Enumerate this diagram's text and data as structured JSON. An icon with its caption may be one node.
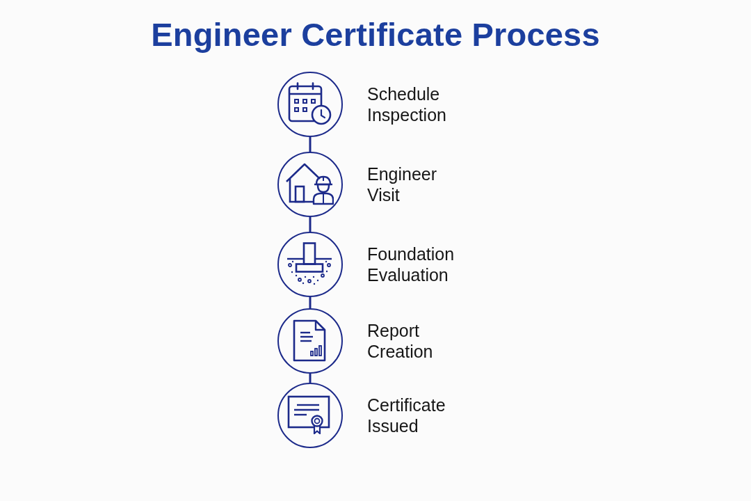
{
  "diagram": {
    "title": "Engineer Certificate Process",
    "nodes": [
      {
        "text": [
          "Schedule Inspection"
        ]
      },
      {
        "text": [
          "Engineer Visit"
        ]
      },
      {
        "text": [
          "Foundation Evaluation"
        ]
      },
      {
        "text": [
          "Report Creation"
        ]
      },
      {
        "text": [
          "Certificate Issued"
        ]
      }
    ],
    "edges": [
      {
        "from": 0,
        "to": 1,
        "arrow": "none"
      },
      {
        "from": 1,
        "to": 2,
        "arrow": "none"
      },
      {
        "from": 2,
        "to": 3,
        "arrow": "none"
      },
      {
        "from": 3,
        "to": 4,
        "arrow": "none"
      }
    ]
  }
}
